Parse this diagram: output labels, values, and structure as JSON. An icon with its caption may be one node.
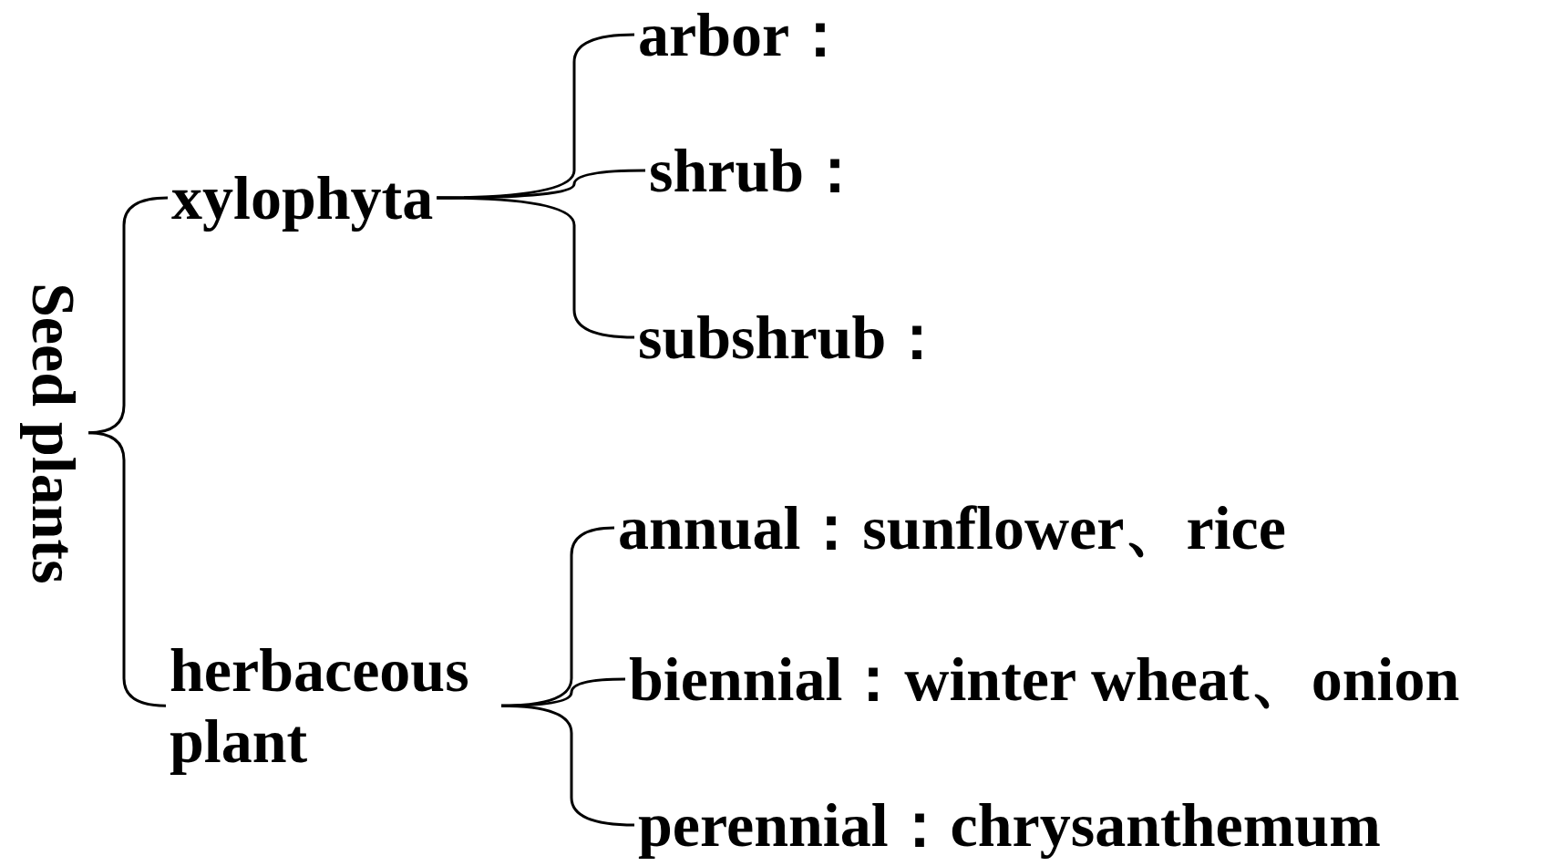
{
  "diagram": {
    "nodes": [
      {
        "text": [
          "Seed plants"
        ]
      },
      {
        "text": [
          "xylophyta"
        ]
      },
      {
        "text": [
          "herbaceous plant"
        ]
      },
      {
        "text": [
          "arbor："
        ]
      },
      {
        "text": [
          "shrub："
        ]
      },
      {
        "text": [
          "subshrub："
        ]
      },
      {
        "text": [
          "annual：sunflower、rice"
        ]
      },
      {
        "text": [
          "biennial：winter wheat、onion"
        ]
      },
      {
        "text": [
          "perennial：chrysanthemum"
        ]
      }
    ],
    "edges": [
      {
        "from": 0,
        "to": 1,
        "arrow": "none"
      },
      {
        "from": 0,
        "to": 2,
        "arrow": "none"
      },
      {
        "from": 1,
        "to": 3,
        "arrow": "none"
      },
      {
        "from": 1,
        "to": 4,
        "arrow": "none"
      },
      {
        "from": 1,
        "to": 5,
        "arrow": "none"
      },
      {
        "from": 2,
        "to": 6,
        "arrow": "none"
      },
      {
        "from": 2,
        "to": 7,
        "arrow": "none"
      },
      {
        "from": 2,
        "to": 8,
        "arrow": "none"
      }
    ]
  }
}
